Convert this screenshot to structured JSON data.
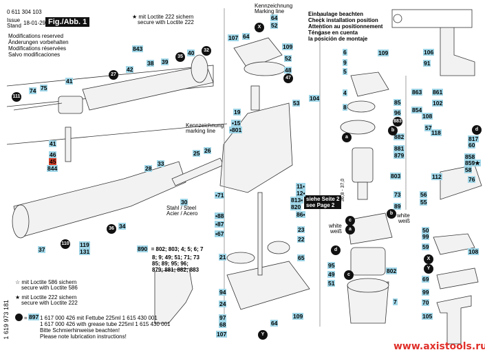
{
  "header": {
    "part_number": "0 611 304 103",
    "issue_label": "Issue",
    "stand_label": "Stand",
    "date": "18-01-29",
    "figure": "Fig./Abb. 1",
    "loctite_top_1": "★ mit Loctite 222 sichern",
    "loctite_top_2": "secure with Loctite 222",
    "mods": [
      "Modifications reserved",
      "Änderungen vorbehalten",
      "Modifications réservées",
      "Salvo modificaciones"
    ]
  },
  "annotations": {
    "marking_top_1": "Kennzeichnung",
    "marking_top_2": "Marking line",
    "install": [
      "Einbaulage beachten",
      "Check installation position",
      "Attention au positionnement",
      "Téngase en cuenta",
      "la posición de montaje"
    ],
    "marking_mid_1": "Kennzeichnung",
    "marking_mid_2": "marking line",
    "steel_1": "Stahl / Steel",
    "steel_2": "Acier / Acero",
    "see_page_1": "siehe Seite 2",
    "see_page_2": "see Page 2",
    "dimension": "36,8 - 37,0",
    "white_1a": "white",
    "white_1b": "weiß",
    "white_2a": "white",
    "white_2b": "weiß",
    "set_label": "890",
    "set_lines": [
      "= 802; 803; 4; 5; 6; 7",
      "8; 9; 49; 51; 71; 73",
      "85; 89; 95; 96;",
      "879; 881; 882; 883"
    ]
  },
  "footer": {
    "loctite586_1": "☆ mit Loctite 586 sichern",
    "loctite586_2": "secure with Loctite 586",
    "loctite222_1": "★ mit Loctite 222 sichern",
    "loctite222_2": "secure with Loctite 222",
    "grease_label": "897",
    "grease_lines": [
      "1 617 000 426 mit Fettube 225ml 1 615 430 001",
      "1 617 000 426 with grease tube 225ml 1 615 430 001",
      "Bitte Schmierhinweise beachten!",
      "Please note lubrication instructions!"
    ],
    "doc_number": "1 619 973 181",
    "website": "www.axistools.ru"
  },
  "callouts": [
    {
      "text": "843",
      "kind": "box"
    },
    {
      "text": "27",
      "kind": "circle"
    },
    {
      "text": "42",
      "kind": "box"
    },
    {
      "text": "38",
      "kind": "box"
    },
    {
      "text": "39",
      "kind": "box"
    },
    {
      "text": "35",
      "kind": "circle"
    },
    {
      "text": "40",
      "kind": "box"
    },
    {
      "text": "32",
      "kind": "circle"
    },
    {
      "text": "41",
      "kind": "box"
    },
    {
      "text": "111",
      "kind": "circle"
    },
    {
      "text": "74",
      "kind": "box"
    },
    {
      "text": "75",
      "kind": "box"
    },
    {
      "text": "41",
      "kind": "box"
    },
    {
      "text": "46",
      "kind": "box"
    },
    {
      "text": "45",
      "kind": "red"
    },
    {
      "text": "844",
      "kind": "box"
    },
    {
      "text": "33",
      "kind": "box"
    },
    {
      "text": "28",
      "kind": "box"
    },
    {
      "text": "25",
      "kind": "box"
    },
    {
      "text": "26",
      "kind": "box"
    },
    {
      "text": "30",
      "kind": "box"
    },
    {
      "text": "36",
      "kind": "circle"
    },
    {
      "text": "34",
      "kind": "box"
    },
    {
      "text": "37",
      "kind": "box"
    },
    {
      "text": "110",
      "kind": "circle"
    },
    {
      "text": "119",
      "kind": "box"
    },
    {
      "text": "131",
      "kind": "box"
    },
    {
      "text": "▪15",
      "kind": "box"
    },
    {
      "text": "▪801",
      "kind": "box"
    },
    {
      "text": "▪71",
      "kind": "box"
    },
    {
      "text": "▪88",
      "kind": "box"
    },
    {
      "text": "▪87",
      "kind": "box"
    },
    {
      "text": "▪67",
      "kind": "box"
    },
    {
      "text": "107",
      "kind": "box"
    },
    {
      "text": "64",
      "kind": "box"
    },
    {
      "text": "X",
      "kind": "circle"
    },
    {
      "text": "109",
      "kind": "box"
    },
    {
      "text": "52",
      "kind": "box"
    },
    {
      "text": "48",
      "kind": "box"
    },
    {
      "text": "47",
      "kind": "circle"
    },
    {
      "text": "19",
      "kind": "box"
    },
    {
      "text": "64",
      "kind": "box"
    },
    {
      "text": "52",
      "kind": "box"
    },
    {
      "text": "53",
      "kind": "box"
    },
    {
      "text": "104",
      "kind": "box"
    },
    {
      "text": "11▪",
      "kind": "box"
    },
    {
      "text": "12▪",
      "kind": "box"
    },
    {
      "text": "813▪",
      "kind": "box"
    },
    {
      "text": "820",
      "kind": "box"
    },
    {
      "text": "86▪",
      "kind": "box"
    },
    {
      "text": "23",
      "kind": "box"
    },
    {
      "text": "22",
      "kind": "box"
    },
    {
      "text": "65",
      "kind": "box"
    },
    {
      "text": "21",
      "kind": "box"
    },
    {
      "text": "94",
      "kind": "box"
    },
    {
      "text": "24",
      "kind": "box"
    },
    {
      "text": "97",
      "kind": "box"
    },
    {
      "text": "68",
      "kind": "box"
    },
    {
      "text": "107",
      "kind": "box"
    },
    {
      "text": "109",
      "kind": "box"
    },
    {
      "text": "64",
      "kind": "box"
    },
    {
      "text": "Y",
      "kind": "circle"
    },
    {
      "text": "6",
      "kind": "box"
    },
    {
      "text": "9",
      "kind": "box"
    },
    {
      "text": "5",
      "kind": "box"
    },
    {
      "text": "4",
      "kind": "box"
    },
    {
      "text": "109",
      "kind": "box"
    },
    {
      "text": "8",
      "kind": "box"
    },
    {
      "text": "85",
      "kind": "box"
    },
    {
      "text": "96",
      "kind": "box"
    },
    {
      "text": "883",
      "kind": "circle"
    },
    {
      "text": "882",
      "kind": "box"
    },
    {
      "text": "881",
      "kind": "box"
    },
    {
      "text": "879",
      "kind": "box"
    },
    {
      "text": "a",
      "kind": "circle"
    },
    {
      "text": "b",
      "kind": "circle"
    },
    {
      "text": "803",
      "kind": "box"
    },
    {
      "text": "73",
      "kind": "box"
    },
    {
      "text": "89",
      "kind": "box"
    },
    {
      "text": "b",
      "kind": "circle"
    },
    {
      "text": "c",
      "kind": "circle"
    },
    {
      "text": "a",
      "kind": "circle"
    },
    {
      "text": "d",
      "kind": "circle"
    },
    {
      "text": "95",
      "kind": "box"
    },
    {
      "text": "49",
      "kind": "box"
    },
    {
      "text": "51",
      "kind": "box"
    },
    {
      "text": "c",
      "kind": "circle"
    },
    {
      "text": "802",
      "kind": "box"
    },
    {
      "text": "7",
      "kind": "box"
    },
    {
      "text": "106",
      "kind": "box"
    },
    {
      "text": "91",
      "kind": "box"
    },
    {
      "text": "863",
      "kind": "box"
    },
    {
      "text": "861",
      "kind": "box"
    },
    {
      "text": "102",
      "kind": "box"
    },
    {
      "text": "854",
      "kind": "box"
    },
    {
      "text": "108",
      "kind": "box"
    },
    {
      "text": "57",
      "kind": "box"
    },
    {
      "text": "118",
      "kind": "box"
    },
    {
      "text": "d",
      "kind": "circle"
    },
    {
      "text": "817",
      "kind": "box"
    },
    {
      "text": "60",
      "kind": "box"
    },
    {
      "text": "858",
      "kind": "box"
    },
    {
      "text": "859★",
      "kind": "box"
    },
    {
      "text": "58",
      "kind": "box"
    },
    {
      "text": "112",
      "kind": "box"
    },
    {
      "text": "76",
      "kind": "box"
    },
    {
      "text": "56",
      "kind": "box"
    },
    {
      "text": "55",
      "kind": "box"
    },
    {
      "text": "50",
      "kind": "box"
    },
    {
      "text": "99",
      "kind": "box"
    },
    {
      "text": "59",
      "kind": "box"
    },
    {
      "text": "108",
      "kind": "box"
    },
    {
      "text": "X",
      "kind": "circle"
    },
    {
      "text": "Y",
      "kind": "circle"
    },
    {
      "text": "69",
      "kind": "box"
    },
    {
      "text": "99",
      "kind": "box"
    },
    {
      "text": "70",
      "kind": "box"
    },
    {
      "text": "105",
      "kind": "box"
    }
  ],
  "colors": {
    "callout_fill": "#9fd6e8",
    "grease_circle": "#111111",
    "highlight": "#d8402a",
    "website": "#e0302a"
  }
}
